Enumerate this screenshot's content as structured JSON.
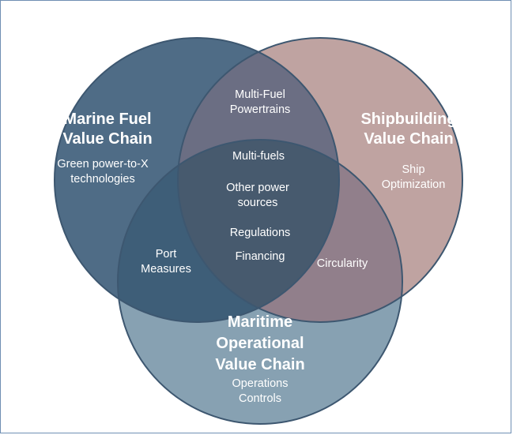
{
  "colors": {
    "frame_border": "#6f8fb3",
    "marine_fuel": "#4f6c86",
    "shipbuilding": "#bfa3a1",
    "operational": "#87a1b2",
    "marine_ship_overlap": "#6b6e83",
    "marine_op_overlap": "#3e5e78",
    "ship_op_overlap": "#917f8b",
    "center_overlap": "#475a6e",
    "outline": "#3d5770",
    "text": "#ffffff"
  },
  "sets": {
    "marine_fuel": {
      "title_lines": [
        "Marine Fuel",
        "Value Chain"
      ],
      "body_lines": [
        "Green power-to-X",
        "technologies"
      ]
    },
    "shipbuilding": {
      "title_lines": [
        "Shipbuilding",
        "Value Chain"
      ],
      "body_lines": [
        "Ship",
        "Optimization"
      ]
    },
    "operational": {
      "title_lines": [
        "Maritime",
        "Operational",
        "Value Chain"
      ],
      "body_lines": [
        "Operations",
        "Controls"
      ]
    }
  },
  "overlaps": {
    "marine_ship": [
      "Multi-Fuel",
      "Powertrains"
    ],
    "marine_op": [
      "Port",
      "Measures"
    ],
    "ship_op": [
      "Circularity"
    ],
    "center": [
      "Multi-fuels",
      "Other power",
      "sources",
      "Regulations",
      "Financing"
    ]
  }
}
